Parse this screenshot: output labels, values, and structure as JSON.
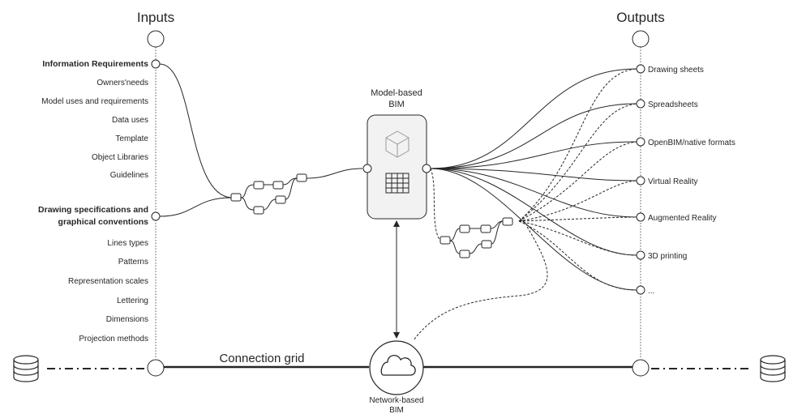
{
  "headers": {
    "inputs": "Inputs",
    "outputs": "Outputs"
  },
  "inputs": {
    "group1_title": "Information Requirements",
    "group1_items": [
      "Owners'needs",
      "Model uses and requirements",
      "Data uses",
      "Template",
      "Object Libraries",
      "Guidelines"
    ],
    "group2_title_line1": "Drawing specifications and",
    "group2_title_line2": "graphical conventions",
    "group2_items": [
      "Lines types",
      "Patterns",
      "Representation scales",
      "Lettering",
      "Dimensions",
      "Projection methods"
    ]
  },
  "center": {
    "model_label_line1": "Model-based",
    "model_label_line2": "BIM"
  },
  "outputs": {
    "items": [
      "Drawing sheets",
      "Spreadsheets",
      "OpenBIM/native formats",
      "Virtual Reality",
      "Augmented  Reality",
      "3D printing",
      "..."
    ]
  },
  "bottom": {
    "connection_grid": "Connection grid",
    "network_label_line1": "Network-based",
    "network_label_line2": "BIM"
  },
  "icons": [
    "database-icon",
    "cube-icon",
    "table-icon",
    "cloud-icon"
  ],
  "colors": {
    "line": "#262626",
    "box_fill": "#f2f2f2",
    "node_fill": "#ffffff"
  }
}
